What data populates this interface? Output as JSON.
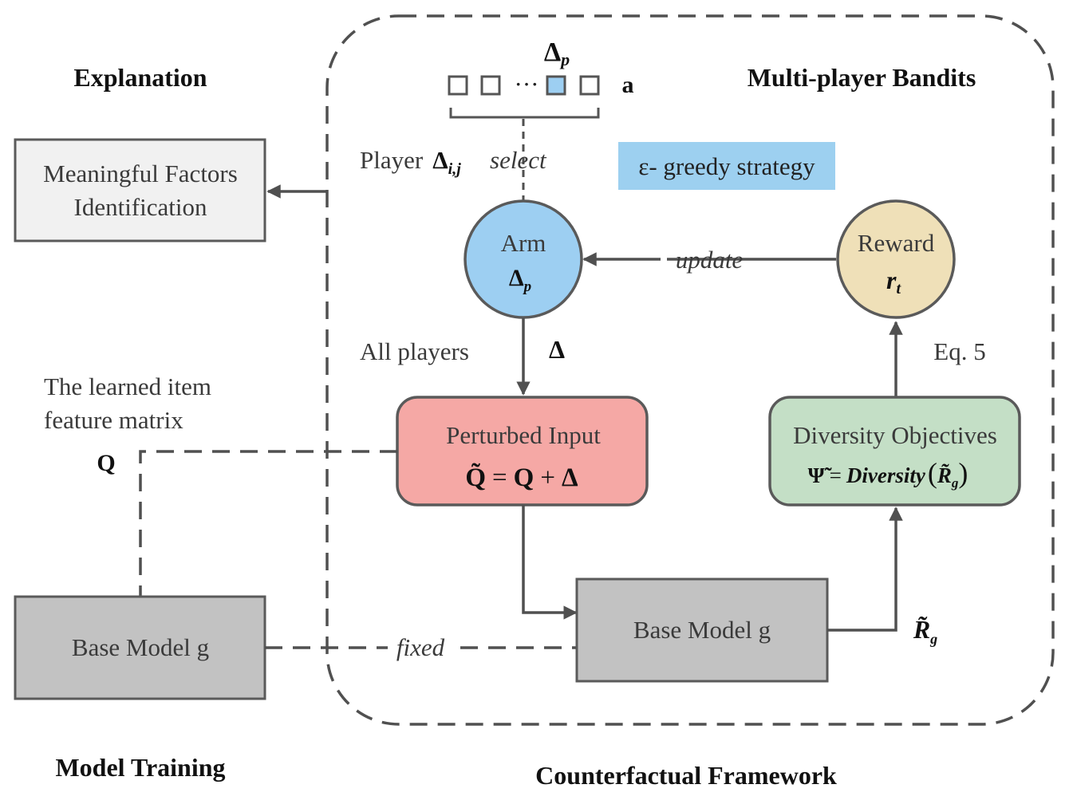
{
  "headings": {
    "explanation": "Explanation",
    "bandits": "Multi-player Bandits",
    "model_training": "Model Training",
    "counterfactual": "Counterfactual Framework"
  },
  "nodes": {
    "factors": {
      "line1": "Meaningful Factors",
      "line2": "Identification"
    },
    "base_model_left": {
      "label": "Base Model g"
    },
    "base_model_right": {
      "label": "Base Model g"
    },
    "arm": {
      "label": "Arm",
      "symbol": "Δ",
      "sub": "p"
    },
    "reward": {
      "label": "Reward",
      "symbol": "r",
      "sub": "t"
    },
    "perturbed": {
      "label": "Perturbed Input",
      "eq_lhs": "Q̃",
      "eq_eq": "=",
      "eq_q": "Q",
      "eq_plus": "+",
      "eq_delta": "Δ"
    },
    "diversity": {
      "label": "Diversity Objectives",
      "eq_psi": "Ψ̃",
      "eq_eq": "=",
      "eq_fn": "Diversity",
      "eq_r": "R̃",
      "eq_sub": "g"
    }
  },
  "strategy_label": "ε- greedy strategy",
  "arms_vector": {
    "top_symbol": "Δ",
    "top_sub": "p",
    "ellipsis": "···",
    "name": "a"
  },
  "edge_labels": {
    "player": "Player",
    "player_symbol": "Δ",
    "player_sub": "i,j",
    "select": "select",
    "update": "update",
    "all_players": "All players",
    "delta": "Δ",
    "eq5": "Eq. 5",
    "fixed": "fixed",
    "r_tilde": "R̃",
    "r_sub": "g"
  },
  "matrix_note": {
    "line1": "The learned item",
    "line2": "feature matrix",
    "symbol": "Q"
  },
  "colors": {
    "arm_fill": "#9dcff2",
    "reward_fill": "#efe0b8",
    "perturbed_fill": "#f5a8a5",
    "diversity_fill": "#c4dfc6",
    "strategy_fill": "#9dd0f0",
    "selected_square": "#9dcff2",
    "factors_fill": "#f1f1f1",
    "base_fill": "#c2c2c2"
  }
}
